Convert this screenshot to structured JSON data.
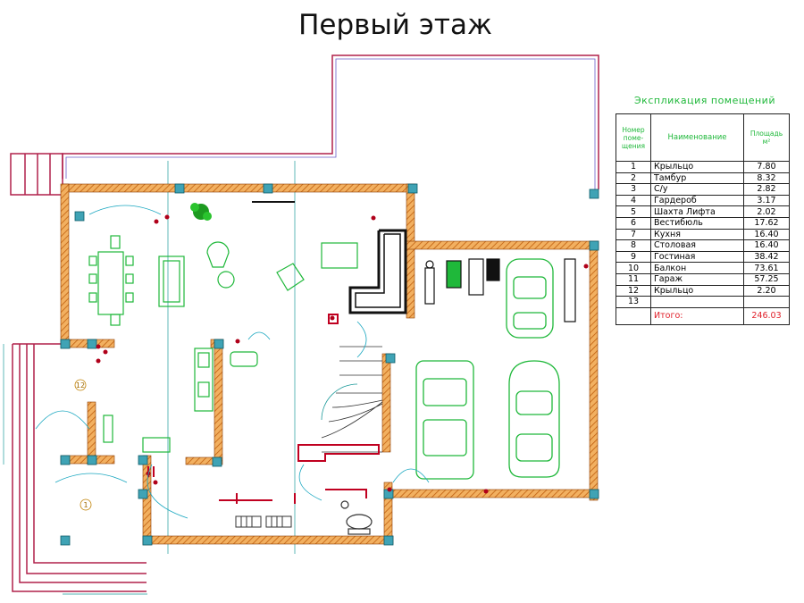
{
  "title": "Первый этаж",
  "explication": {
    "title": "Экспликация помещений",
    "headers": {
      "number": "Номер поме-щения",
      "name": "Наименование",
      "area": "Площадь м²"
    },
    "rows": [
      {
        "n": "1",
        "name": "Крыльцо",
        "area": "7.80"
      },
      {
        "n": "2",
        "name": "Тамбур",
        "area": "8.32"
      },
      {
        "n": "3",
        "name": "С/у",
        "area": "2.82"
      },
      {
        "n": "4",
        "name": "Гардероб",
        "area": "3.17"
      },
      {
        "n": "5",
        "name": "Шахта Лифта",
        "area": "2.02"
      },
      {
        "n": "6",
        "name": "Вестибюль",
        "area": "17.62"
      },
      {
        "n": "7",
        "name": "Кухня",
        "area": "16.40"
      },
      {
        "n": "8",
        "name": "Столовая",
        "area": "16.40"
      },
      {
        "n": "9",
        "name": "Гостиная",
        "area": "38.42"
      },
      {
        "n": "10",
        "name": "Балкон",
        "area": "73.61"
      },
      {
        "n": "11",
        "name": "Гараж",
        "area": "57.25"
      },
      {
        "n": "12",
        "name": "Крыльцо",
        "area": "2.20"
      },
      {
        "n": "13",
        "name": "",
        "area": ""
      }
    ],
    "total_label": "Итого:",
    "total_area": "246.03"
  },
  "plan_labels": {
    "room_12": "12",
    "room_1": "1"
  },
  "colors": {
    "wall_hatch": "#e8a250",
    "column": "#3fa3b5",
    "terrace_outline": "#b0204a",
    "furniture": "#1fb83a",
    "fixture": "#c00020",
    "title_green": "#1fb83a",
    "total_red": "#e0202a"
  }
}
